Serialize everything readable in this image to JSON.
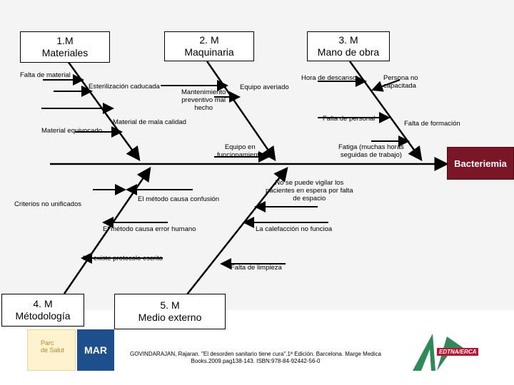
{
  "effect": "Bacteriemia",
  "categories": {
    "materiales": "1.M\nMateriales",
    "maquinaria": "2. M\nMaquinaria",
    "mano_de_obra": "3. M\nMano de obra",
    "metodologia": "4. M\nMétodología",
    "medio_externo": "5. M\nMedio externo"
  },
  "causes": {
    "falta_material": "Falta de material",
    "esterilizacion": "Esterilización caducada",
    "material_mala_calidad": "Material de mala calidad",
    "material_equivocado": "Material equivocado",
    "mantenimiento": "Mantenimiento\npreventivo mal\nhecho",
    "equipo_averiado": "Equipo averiado",
    "equipo_funcionamiento": "Equipo en\nfuncionamiento",
    "hora_descanso": "Hora de descanso",
    "persona_no_capacitada": "Persona no\ncapacitada",
    "falta_personal": "Falta de personal",
    "falta_formacion": "Falta de formación",
    "fatiga": "Fatiga (muchas horas\nseguidas de trabajo)",
    "criterios": "Criterios no unificados",
    "metodo_confusion": "El método causa confusión",
    "metodo_error": "El método causa error humano",
    "no_protocolo": "No existe protocolo escrito",
    "no_vigilar": "No se puede vigilar los\npacientes en espera por falta\nde espacio",
    "calefaccion": "La calefacción no funcioa",
    "falta_limpieza": "Falta de limpieza"
  },
  "citation": "GOVINDARAJAN, Rajaran. \"El desorden sanitario tiene cura\".1ª Edición. Barcelona. Marge Medica Books.2009.pag138-143. ISBN:978-84-92442-56-0",
  "logos": {
    "psm_line1": "Parc",
    "psm_line2": "de Salut",
    "mar": "MAR",
    "edtna": "EDTNA/ERCA"
  },
  "colors": {
    "effect_box": "#7a1626",
    "edtna_green": "#2e8b57",
    "edtna_red": "#c8102e",
    "mar_blue": "#1c4f8c"
  }
}
